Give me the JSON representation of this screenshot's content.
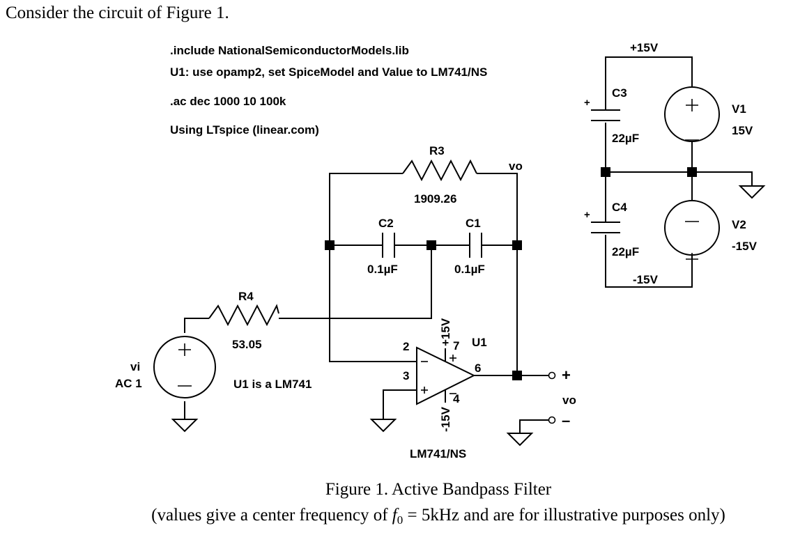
{
  "intro": "Consider the circuit of Figure 1.",
  "directives": [
    ".include NationalSemiconductorModels.lib",
    "U1:  use opamp2, set SpiceModel and Value to LM741/NS",
    ".ac dec 1000 10 100k",
    "Using LTspice (linear.com)"
  ],
  "net_vo": "vo",
  "r3": {
    "name": "R3",
    "value": "1909.26"
  },
  "r4": {
    "name": "R4",
    "value": "53.05"
  },
  "c1": {
    "name": "C1",
    "value": "0.1µF"
  },
  "c2": {
    "name": "C2",
    "value": "0.1µF"
  },
  "c3": {
    "name": "C3",
    "value": "22µF"
  },
  "c4": {
    "name": "C4",
    "value": "22µF"
  },
  "v1": {
    "name": "V1",
    "value": "15V"
  },
  "v2": {
    "name": "V2",
    "value": "-15V"
  },
  "supply_pos": "+15V",
  "supply_neg": "-15V",
  "vi": {
    "name": "vi",
    "value": "AC 1"
  },
  "u1": {
    "name": "U1",
    "model": "LM741/NS",
    "note": "U1 is a LM741",
    "pin2": "2",
    "pin3": "3",
    "pin6": "6",
    "pin7": "7",
    "pin4": "4",
    "vpos": "+15V",
    "vneg": "-15V"
  },
  "output": {
    "plus": "+",
    "minus": "–",
    "label": "vo"
  },
  "caption": {
    "line1": "Figure 1.  Active Bandpass Filter",
    "line2_pre": "(values give a center frequency of ",
    "line2_f": "f",
    "line2_sub": "0",
    "line2_eq": " = 5kHz and are for illustrative purposes only)"
  }
}
